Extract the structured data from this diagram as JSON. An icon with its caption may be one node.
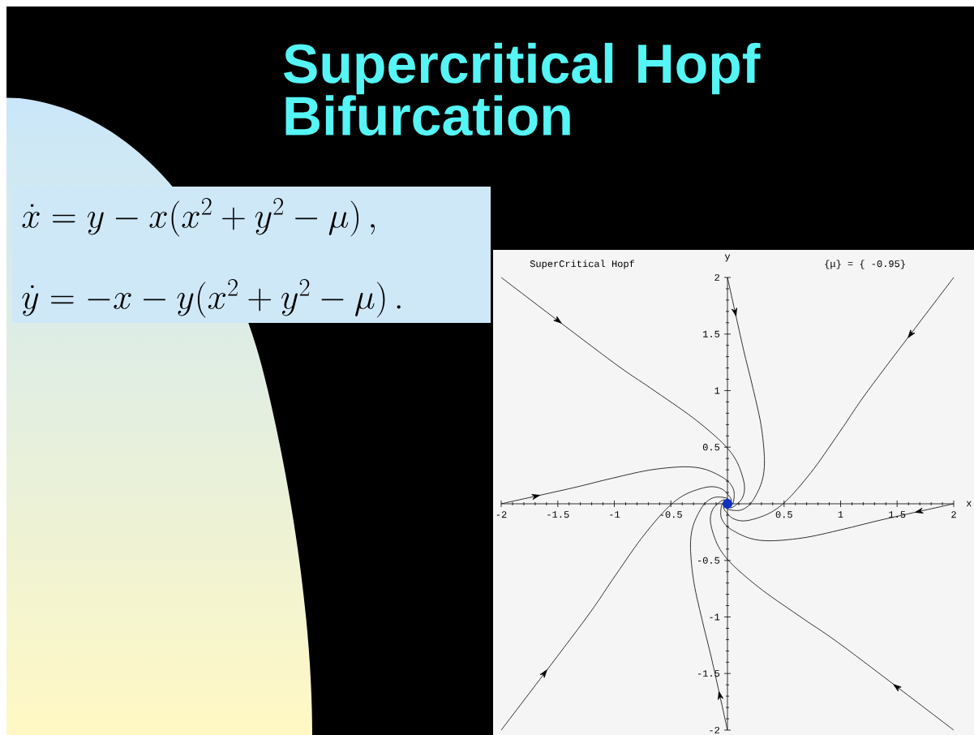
{
  "diagram": {
    "title": "Supercritical Hopf Bifurcation",
    "labels": [
      "\\dot{x} = y - x(x^2 + y^2 - \\mu)\\,,",
      "\\dot{y} = -x - y(x^2 + y^2 - \\mu)\\,.",
      "SuperCritical Hopf",
      "y",
      "{μ} = { -0.95}",
      "2",
      "1.5",
      "1",
      "0.5",
      "-2",
      "-1.5",
      "-1",
      "-0.5",
      "0.5",
      "1",
      "1.5",
      "2",
      "x",
      "-0.5",
      "-1",
      "-1.5",
      "-2"
    ]
  }
}
